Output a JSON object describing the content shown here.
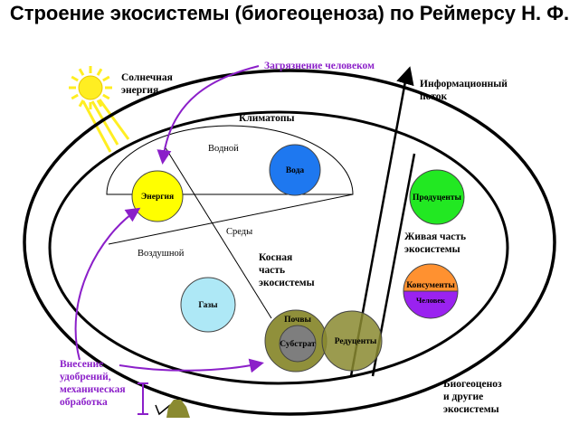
{
  "title": "Строение экосистемы (биогеоценоза) по Реймерсу Н. Ф.",
  "labels": {
    "solar": [
      "Солнечная",
      "энергия"
    ],
    "pollution": "Загрязнение человеком",
    "info_flow": [
      "Информационный",
      "поток"
    ],
    "climatopes": "Климатопы",
    "water_zone": "Водной",
    "air_zone": "Воздушной",
    "media": "Среды",
    "abiotic": [
      "Косная",
      "часть",
      "экосистемы"
    ],
    "living": [
      "Живая часть",
      "экосистемы"
    ],
    "fertilizers": [
      "Внесение",
      "удобрений,",
      "механическая",
      "обработка"
    ],
    "other_ecosystems": [
      "Биогеоценоз",
      "и другие",
      "экосистемы"
    ]
  },
  "circles": {
    "energy": "Энергия",
    "water": "Вода",
    "gases": "Газы",
    "soils": "Почвы",
    "substrate": "Субстрат",
    "reducers": "Редуценты",
    "producers": "Продуценты",
    "consumers": "Консументы",
    "human": "Человек"
  },
  "colors": {
    "energy": "#FFFF00",
    "water": "#1E78F0",
    "gases": "#AEE8F6",
    "soils": "#8A8A30",
    "substrate": "#7E7E7E",
    "reducers": "#8A8A30",
    "producers": "#22E822",
    "consumers": "#FF9130",
    "human": "#9A22F0",
    "arrows": "#8B1FC9",
    "sun": "#FFEE22"
  }
}
